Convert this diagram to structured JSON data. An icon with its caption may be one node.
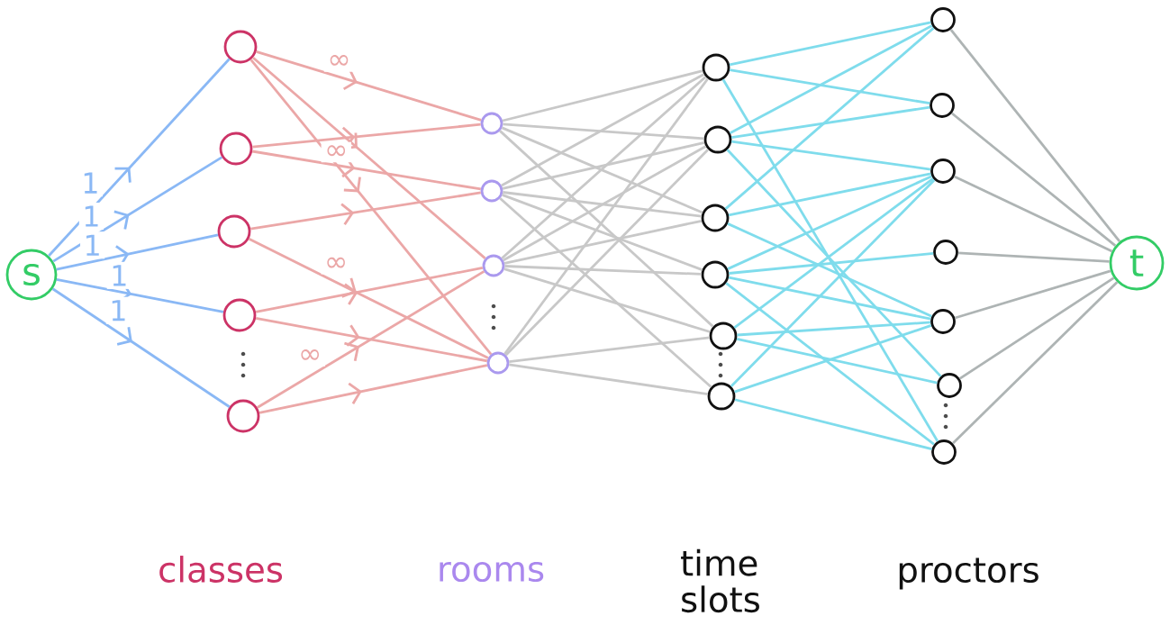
{
  "diagram": {
    "nodes": [
      {
        "text": [
          "s"
        ]
      },
      {
        "text": [],
        "shape": "circle"
      },
      {
        "text": [],
        "shape": "circle"
      },
      {
        "text": [],
        "shape": "circle"
      },
      {
        "text": [],
        "shape": "circle"
      },
      {
        "text": [],
        "shape": "circle"
      },
      {
        "text": [],
        "shape": "circle"
      },
      {
        "text": [],
        "shape": "circle"
      },
      {
        "text": [],
        "shape": "circle"
      },
      {
        "text": [],
        "shape": "circle"
      },
      {
        "text": [],
        "shape": "circle"
      },
      {
        "text": [],
        "shape": "circle"
      },
      {
        "text": [],
        "shape": "circle"
      },
      {
        "text": [],
        "shape": "circle"
      },
      {
        "text": [],
        "shape": "circle"
      },
      {
        "text": [],
        "shape": "circle"
      },
      {
        "text": [],
        "shape": "circle"
      },
      {
        "text": [],
        "shape": "circle"
      },
      {
        "text": [],
        "shape": "circle"
      },
      {
        "text": [],
        "shape": "circle"
      },
      {
        "text": [],
        "shape": "circle"
      },
      {
        "text": [],
        "shape": "circle"
      },
      {
        "text": [],
        "shape": "circle"
      },
      {
        "text": [
          "t"
        ]
      }
    ],
    "edges": [
      {
        "from": 0,
        "to": 1,
        "arrow": "to",
        "label": "1",
        "color": "#8ab8f5"
      },
      {
        "from": 0,
        "to": 2,
        "arrow": "to",
        "label": "1",
        "color": "#8ab8f5"
      },
      {
        "from": 0,
        "to": 3,
        "arrow": "to",
        "label": "1",
        "color": "#8ab8f5"
      },
      {
        "from": 0,
        "to": 4,
        "arrow": "to",
        "label": "1",
        "color": "#8ab8f5"
      },
      {
        "from": 0,
        "to": 5,
        "arrow": "to",
        "label": "1",
        "color": "#8ab8f5"
      },
      {
        "from": 1,
        "to": 6,
        "arrow": "to",
        "label": "∞",
        "color": "#eba7a7"
      },
      {
        "from": 1,
        "to": 8,
        "arrow": "to",
        "color": "#eba7a7"
      },
      {
        "from": 1,
        "to": 9,
        "arrow": "to",
        "color": "#eba7a7"
      },
      {
        "from": 2,
        "to": 6,
        "arrow": "to",
        "color": "#eba7a7"
      },
      {
        "from": 2,
        "to": 7,
        "arrow": "to",
        "label": "∞",
        "color": "#eba7a7"
      },
      {
        "from": 3,
        "to": 7,
        "arrow": "to",
        "color": "#eba7a7"
      },
      {
        "from": 3,
        "to": 9,
        "arrow": "to",
        "label": "∞",
        "color": "#eba7a7"
      },
      {
        "from": 4,
        "to": 8,
        "arrow": "to",
        "color": "#eba7a7"
      },
      {
        "from": 4,
        "to": 9,
        "arrow": "to",
        "color": "#eba7a7"
      },
      {
        "from": 5,
        "to": 8,
        "arrow": "to",
        "label": "∞",
        "color": "#eba7a7"
      },
      {
        "from": 5,
        "to": 9,
        "arrow": "to",
        "color": "#eba7a7"
      },
      {
        "from": 6,
        "to": 10,
        "arrow": "none"
      },
      {
        "from": 6,
        "to": 11,
        "arrow": "none"
      },
      {
        "from": 6,
        "to": 12,
        "arrow": "none"
      },
      {
        "from": 6,
        "to": 14,
        "arrow": "none"
      },
      {
        "from": 7,
        "to": 10,
        "arrow": "none"
      },
      {
        "from": 7,
        "to": 11,
        "arrow": "none"
      },
      {
        "from": 7,
        "to": 12,
        "arrow": "none"
      },
      {
        "from": 7,
        "to": 13,
        "arrow": "none"
      },
      {
        "from": 7,
        "to": 15,
        "arrow": "none"
      },
      {
        "from": 8,
        "to": 10,
        "arrow": "none"
      },
      {
        "from": 8,
        "to": 11,
        "arrow": "none"
      },
      {
        "from": 8,
        "to": 12,
        "arrow": "none"
      },
      {
        "from": 8,
        "to": 13,
        "arrow": "none"
      },
      {
        "from": 8,
        "to": 14,
        "arrow": "none"
      },
      {
        "from": 9,
        "to": 10,
        "arrow": "none"
      },
      {
        "from": 9,
        "to": 11,
        "arrow": "none"
      },
      {
        "from": 9,
        "to": 14,
        "arrow": "none"
      },
      {
        "from": 9,
        "to": 15,
        "arrow": "none"
      },
      {
        "from": 10,
        "to": 16,
        "arrow": "none",
        "color": "#7fdcec"
      },
      {
        "from": 10,
        "to": 17,
        "arrow": "none",
        "color": "#7fdcec"
      },
      {
        "from": 10,
        "to": 22,
        "arrow": "none",
        "color": "#7fdcec"
      },
      {
        "from": 11,
        "to": 16,
        "arrow": "none",
        "color": "#7fdcec"
      },
      {
        "from": 11,
        "to": 17,
        "arrow": "none",
        "color": "#7fdcec"
      },
      {
        "from": 11,
        "to": 18,
        "arrow": "none",
        "color": "#7fdcec"
      },
      {
        "from": 11,
        "to": 21,
        "arrow": "none",
        "color": "#7fdcec"
      },
      {
        "from": 12,
        "to": 16,
        "arrow": "none",
        "color": "#7fdcec"
      },
      {
        "from": 12,
        "to": 18,
        "arrow": "none",
        "color": "#7fdcec"
      },
      {
        "from": 12,
        "to": 20,
        "arrow": "none",
        "color": "#7fdcec"
      },
      {
        "from": 13,
        "to": 18,
        "arrow": "none",
        "color": "#7fdcec"
      },
      {
        "from": 13,
        "to": 19,
        "arrow": "none",
        "color": "#7fdcec"
      },
      {
        "from": 13,
        "to": 20,
        "arrow": "none",
        "color": "#7fdcec"
      },
      {
        "from": 13,
        "to": 22,
        "arrow": "none",
        "color": "#7fdcec"
      },
      {
        "from": 14,
        "to": 18,
        "arrow": "none",
        "color": "#7fdcec"
      },
      {
        "from": 14,
        "to": 20,
        "arrow": "none",
        "color": "#7fdcec"
      },
      {
        "from": 14,
        "to": 21,
        "arrow": "none",
        "color": "#7fdcec"
      },
      {
        "from": 15,
        "to": 18,
        "arrow": "none",
        "color": "#7fdcec"
      },
      {
        "from": 15,
        "to": 20,
        "arrow": "none",
        "color": "#7fdcec"
      },
      {
        "from": 15,
        "to": 22,
        "arrow": "none",
        "color": "#7fdcec"
      },
      {
        "from": 16,
        "to": 23,
        "arrow": "none",
        "color": "#aeb4b4"
      },
      {
        "from": 17,
        "to": 23,
        "arrow": "none",
        "color": "#aeb4b4"
      },
      {
        "from": 18,
        "to": 23,
        "arrow": "none",
        "color": "#aeb4b4"
      },
      {
        "from": 19,
        "to": 23,
        "arrow": "none",
        "color": "#aeb4b4"
      },
      {
        "from": 20,
        "to": 23,
        "arrow": "none",
        "color": "#aeb4b4"
      },
      {
        "from": 21,
        "to": 23,
        "arrow": "none",
        "color": "#aeb4b4"
      },
      {
        "from": 22,
        "to": 23,
        "arrow": "none",
        "color": "#aeb4b4"
      }
    ],
    "labels": [
      "classes",
      "rooms",
      "time slots",
      "proctors"
    ]
  }
}
